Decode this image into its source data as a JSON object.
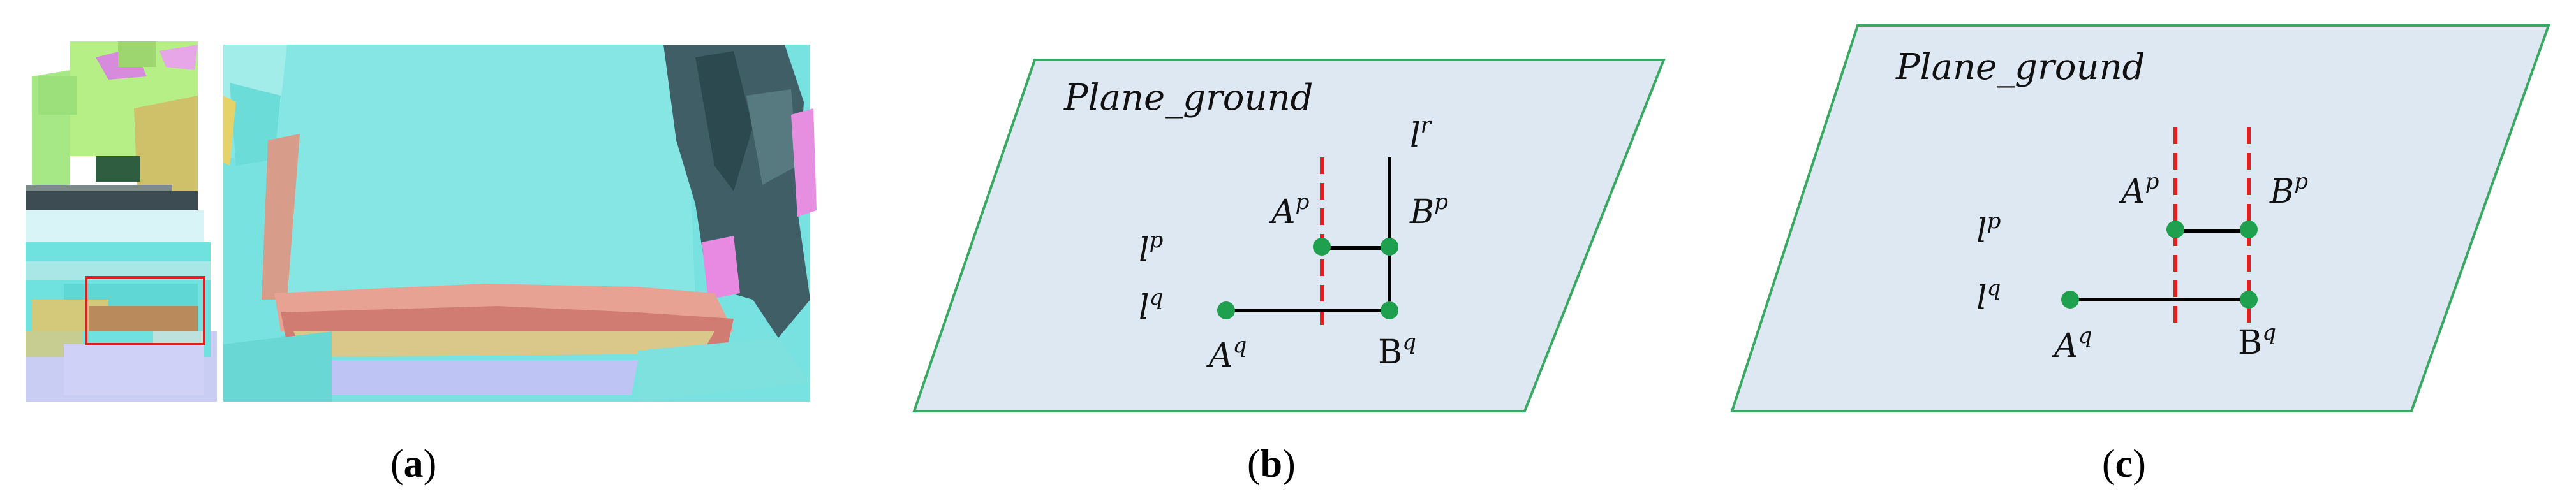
{
  "panels": {
    "a": {
      "caption": {
        "open": "(",
        "letter": "a",
        "close": ")"
      }
    },
    "b": {
      "caption": {
        "open": "(",
        "letter": "b",
        "close": ")"
      },
      "plane_label": "Plane_ground",
      "labels": {
        "lr": {
          "base": "l",
          "sup": "r"
        },
        "lp": {
          "base": "l",
          "sup": "p"
        },
        "lq": {
          "base": "l",
          "sup": "q"
        },
        "Ap": {
          "base": "A",
          "sup": "p"
        },
        "Bp": {
          "base": "B",
          "sup": "p"
        },
        "Aq": {
          "base": "A",
          "sup": "q"
        },
        "Bq": {
          "base": "B",
          "sup": "q"
        }
      }
    },
    "c": {
      "caption": {
        "open": "(",
        "letter": "c",
        "close": ")"
      },
      "plane_label": "Plane_ground",
      "labels": {
        "lp": {
          "base": "l",
          "sup": "p"
        },
        "lq": {
          "base": "l",
          "sup": "q"
        },
        "Ap": {
          "base": "A",
          "sup": "p"
        },
        "Bp": {
          "base": "B",
          "sup": "p"
        },
        "Aq": {
          "base": "A",
          "sup": "q"
        },
        "Bq": {
          "base": "B",
          "sup": "q"
        }
      }
    }
  },
  "colors": {
    "plane_fill": "#dde8f3",
    "plane_border": "#3aa862",
    "point": "#1fa04f",
    "dashed": "#e0201c",
    "line": "#000000",
    "highlight_box": "#e02020"
  }
}
